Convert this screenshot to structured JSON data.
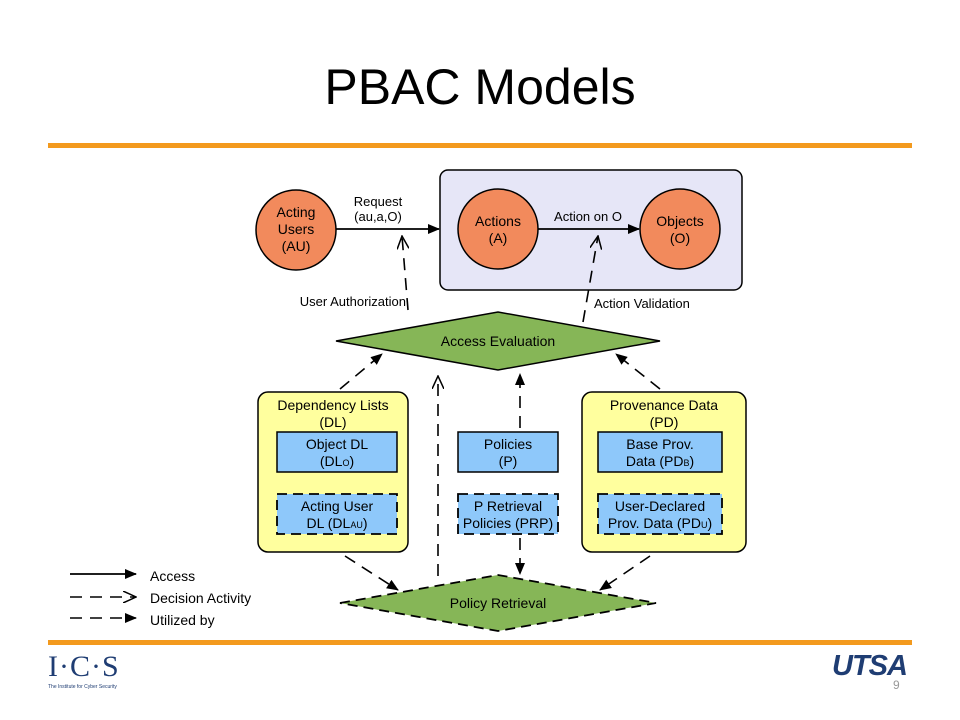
{
  "slide": {
    "title": "PBAC Models",
    "page_number": "9",
    "left_logo": "I·C·S",
    "left_logo_subtitle": "The Institute for Cyber Security",
    "right_logo": "UTSA"
  },
  "diagram": {
    "nodes": {
      "acting_users": [
        "Acting",
        "Users",
        "(AU)"
      ],
      "actions": [
        "Actions",
        "(A)"
      ],
      "objects": [
        "Objects",
        "(O)"
      ],
      "access_evaluation": "Access Evaluation",
      "policy_retrieval": "Policy Retrieval",
      "dependency_lists": [
        "Dependency Lists",
        "(DL)"
      ],
      "object_dl": [
        "Object DL",
        "(DL",
        "O",
        ")"
      ],
      "acting_user_dl": [
        "Acting User",
        "DL (DL",
        "AU",
        ")"
      ],
      "policies": [
        "Policies",
        "(P)"
      ],
      "p_retrieval_policies": [
        "P Retrieval",
        "Policies (PRP)"
      ],
      "provenance_data": [
        "Provenance Data",
        "(PD)"
      ],
      "base_prov": [
        "Base Prov.",
        "Data (PD",
        "B",
        ")"
      ],
      "user_declared": [
        "User-Declared",
        "Prov. Data (PD",
        "U",
        ")"
      ]
    },
    "edge_labels": {
      "request": [
        "Request",
        "(au,a,O)"
      ],
      "action_on_o": "Action on O",
      "user_authorization": "User Authorization",
      "action_validation": "Action Validation"
    },
    "legend": [
      "Access",
      "Decision Activity",
      "Utilized by"
    ]
  },
  "colors": {
    "orange_rule": "#f39a1e",
    "node_orange": "#f28a5c",
    "panel_lavender": "#e6e6f7",
    "diamond_green": "#86b657",
    "yellow_box": "#ffff9e",
    "blue_box": "#8ec8fa",
    "brand_blue": "#1f3d73"
  }
}
